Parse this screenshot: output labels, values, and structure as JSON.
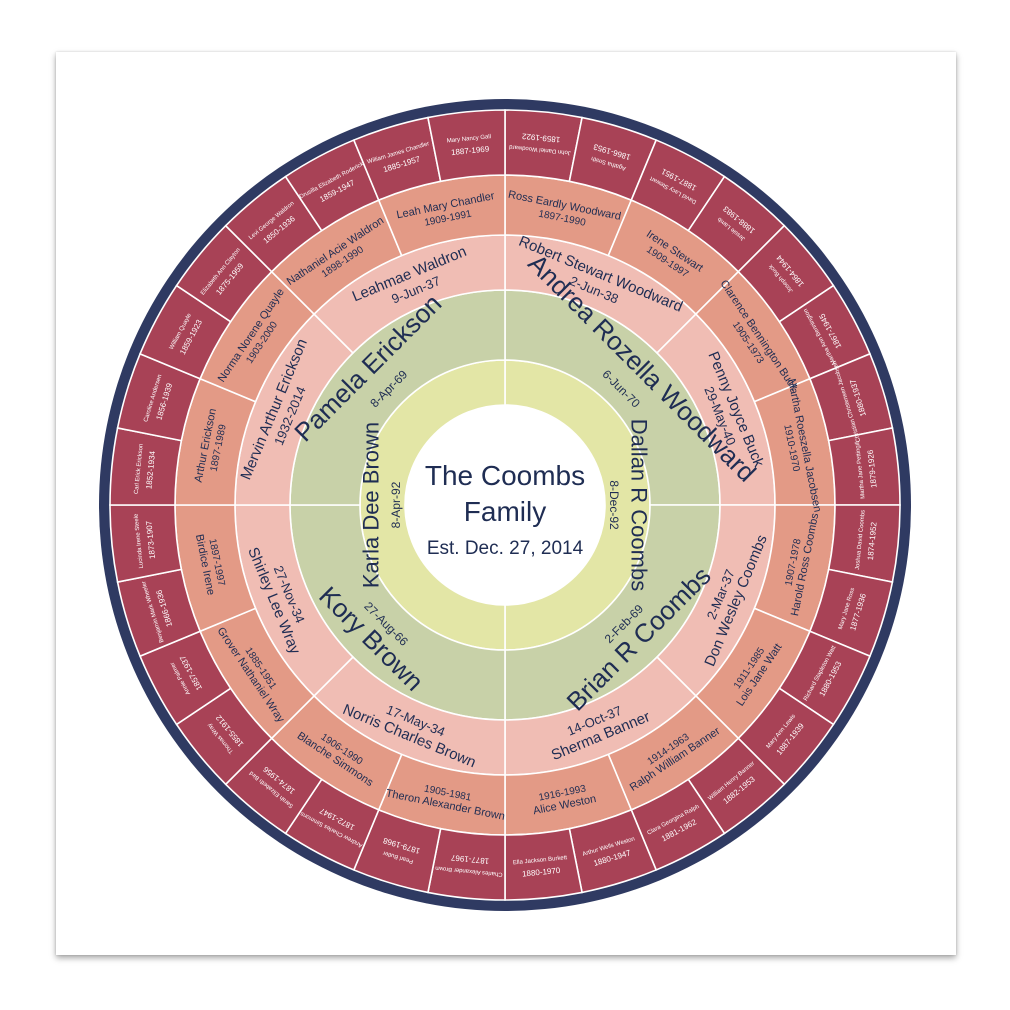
{
  "colors": {
    "frame": "#2f3a62",
    "gen5": "#a84256",
    "gen4": "#bf5a63",
    "gen3": "#e39a86",
    "gen2": "#f0bdb4",
    "gen1": "#c8d1a8",
    "gen0": "#e3e6a6",
    "center": "#ffffff",
    "text_dark": "#1f2d53",
    "text_light": "#ffffff"
  },
  "center": {
    "title_line1": "The Coombs",
    "title_line2": "Family",
    "established": "Est. Dec. 27, 2014"
  },
  "gen0": [
    {
      "name": "Dallan R Coombs",
      "date": "8-Dec-92"
    },
    {
      "name": "Karla Dee Brown",
      "date": "8-Apr-92"
    }
  ],
  "gen1": [
    {
      "name": "Andrea Rozella Woodward",
      "date": "6-Jun-70"
    },
    {
      "name": "Brian R Coombs",
      "date": "2-Feb-69"
    },
    {
      "name": "Kory Brown",
      "date": "27-Aug-66"
    },
    {
      "name": "Pamela Erickson",
      "date": "8-Apr-69"
    }
  ],
  "gen2": [
    {
      "name": "Robert Stewart Woodward",
      "date": "2-Jun-38"
    },
    {
      "name": "Penny Joyce Buck",
      "date": "29-May-40"
    },
    {
      "name": "Don Wesley Coombs",
      "date": "2-Mar-37"
    },
    {
      "name": "Sherma Banner",
      "date": "14-Oct-37"
    },
    {
      "name": "Norris Charles Brown",
      "date": "17-May-34"
    },
    {
      "name": "Shirley Lee Wray",
      "date": "27-Nov-34"
    },
    {
      "name": "Mervin Arthur Erickson",
      "date": "1932-2014"
    },
    {
      "name": "Leahmae Waldron",
      "date": "9-Jun-37"
    }
  ],
  "gen3": [
    {
      "name": "Ross Eardly Woodward",
      "date": "1897-1990"
    },
    {
      "name": "Irene Stewart",
      "date": "1909-1997"
    },
    {
      "name": "Clarence Bennington Buck",
      "date": "1905-1973"
    },
    {
      "name": "Martha Roeszella Jacobsen",
      "date": "1910-1970"
    },
    {
      "name": "Harold Ross Coombs",
      "date": "1907-1978"
    },
    {
      "name": "Lois Jane Watt",
      "date": "1911-1985"
    },
    {
      "name": "Ralph William Banner",
      "date": "1914-1963"
    },
    {
      "name": "Alice Weston",
      "date": "1916-1993"
    },
    {
      "name": "Theron Alexander Brown",
      "date": "1905-1981"
    },
    {
      "name": "Blanche Simmons",
      "date": "1906-1990"
    },
    {
      "name": "Grover Nathaniel Wray",
      "date": "1885-1951"
    },
    {
      "name": "Birdice Irene",
      "date": "1897-1997"
    },
    {
      "name": "Arthur Erickson",
      "date": "1897-1989"
    },
    {
      "name": "Norma Norene Quayle",
      "date": "1903-2000"
    },
    {
      "name": "Nathaniel Acie Waldron",
      "date": "1898-1990"
    },
    {
      "name": "Leah Mary Chandler",
      "date": "1909-1991"
    }
  ],
  "gen4": [
    {
      "name": "John Daniel Woodward",
      "date": "1859-1922"
    },
    {
      "name": "Agatha Smith",
      "date": "1866-1953"
    },
    {
      "name": "David Lacy Stewart",
      "date": "1887-1951"
    },
    {
      "name": "Jessie Lamb",
      "date": "1888-1983"
    },
    {
      "name": "Joseph Buck",
      "date": "1864-1944"
    },
    {
      "name": "Martha Ann Bennington",
      "date": "1867-1945"
    },
    {
      "name": "Christian Christensen Jacobsen",
      "date": "1880-1937"
    },
    {
      "name": "Martha Jane Pettingill",
      "date": "1879-1926"
    },
    {
      "name": "Joshua David Coombs",
      "date": "1874-1952"
    },
    {
      "name": "Mary Jane Ross",
      "date": "1877-1936"
    },
    {
      "name": "Richard Stapleton Watt",
      "date": "1880-1953"
    },
    {
      "name": "Mary Ann Lewis",
      "date": "1887-1939"
    },
    {
      "name": "William Henry Banner",
      "date": "1882-1953"
    },
    {
      "name": "Clara Georgina Ralph",
      "date": "1881-1962"
    },
    {
      "name": "Arthur Wells Weston",
      "date": "1880-1947"
    },
    {
      "name": "Ella Jackson Burkett",
      "date": "1880-1970"
    },
    {
      "name": "Charles Alexander Brown",
      "date": "1877-1967"
    },
    {
      "name": "Pearl Butler",
      "date": "1879-1968"
    },
    {
      "name": "Andrew Charles Simmons",
      "date": "1872-1947"
    },
    {
      "name": "Sarah Elizabeth Bird",
      "date": "1874-1956"
    },
    {
      "name": "Thomas Wray",
      "date": "1855-1912"
    },
    {
      "name": "Annie Palmer",
      "date": "1857-1937"
    },
    {
      "name": "Benjamin Mark Wheeler",
      "date": "1866-1936"
    },
    {
      "name": "Lucinda Irene Steele",
      "date": "1873-1907"
    },
    {
      "name": "Carl Erick Erickson",
      "date": "1852-1934"
    },
    {
      "name": "Caroline Andersen",
      "date": "1856-1939"
    },
    {
      "name": "William Quayle",
      "date": "1859-1923"
    },
    {
      "name": "Elizabeth Ann Clayton",
      "date": "1875-1959"
    },
    {
      "name": "Levi George Waldron",
      "date": "1850-1936"
    },
    {
      "name": "Drusilla Elizabeth Roderick",
      "date": "1859-1947"
    },
    {
      "name": "William James Chandler",
      "date": "1885-1957"
    },
    {
      "name": "Mary Nancy Gall",
      "date": "1887-1969"
    }
  ]
}
